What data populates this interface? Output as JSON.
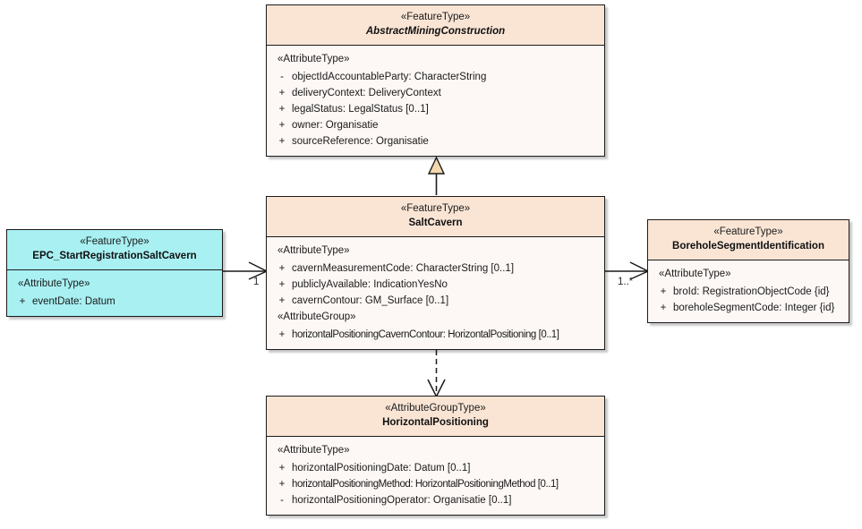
{
  "diagram": {
    "type": "uml-class-diagram",
    "background": "#ffffff",
    "colors": {
      "class_header_fill": "#fae5d5",
      "class_body_fill": "#fdf8f5",
      "highlight_fill": "#a8f0f2",
      "border": "#1a1a1a",
      "generalization_arrow_fill": "#f5d7ad"
    }
  },
  "classes": {
    "abstract_mining_construction": {
      "stereotype": "«FeatureType»",
      "name": "AbstractMiningConstruction",
      "abstract": true,
      "groups": [
        {
          "stereotype": "«AttributeType»",
          "attributes": [
            {
              "visibility": "-",
              "signature": "objectIdAccountableParty: CharacterString"
            },
            {
              "visibility": "+",
              "signature": "deliveryContext: DeliveryContext"
            },
            {
              "visibility": "+",
              "signature": "legalStatus: LegalStatus [0..1]"
            },
            {
              "visibility": "+",
              "signature": "owner: Organisatie"
            },
            {
              "visibility": "+",
              "signature": "sourceReference: Organisatie"
            }
          ]
        }
      ]
    },
    "salt_cavern": {
      "stereotype": "«FeatureType»",
      "name": "SaltCavern",
      "abstract": false,
      "groups": [
        {
          "stereotype": "«AttributeType»",
          "attributes": [
            {
              "visibility": "+",
              "signature": "cavernMeasurementCode: CharacterString [0..1]"
            },
            {
              "visibility": "+",
              "signature": "publiclyAvailable: IndicationYesNo"
            },
            {
              "visibility": "+",
              "signature": "cavernContour: GM_Surface [0..1]"
            }
          ]
        },
        {
          "stereotype": "«AttributeGroup»",
          "attributes": [
            {
              "visibility": "+",
              "signature": "horizontalPositioningCavernContour: HorizontalPositioning [0..1]"
            }
          ]
        }
      ]
    },
    "epc_start_registration_salt_cavern": {
      "stereotype": "«FeatureType»",
      "name": "EPC_StartRegistrationSaltCavern",
      "abstract": false,
      "highlighted": true,
      "groups": [
        {
          "stereotype": "«AttributeType»",
          "attributes": [
            {
              "visibility": "+",
              "signature": "eventDate: Datum"
            }
          ]
        }
      ]
    },
    "borehole_segment_identification": {
      "stereotype": "«FeatureType»",
      "name": "BoreholeSegmentIdentification",
      "abstract": false,
      "groups": [
        {
          "stereotype": "«AttributeType»",
          "attributes": [
            {
              "visibility": "+",
              "signature": "broId: RegistrationObjectCode {id}"
            },
            {
              "visibility": "+",
              "signature": "boreholeSegmentCode: Integer {id}"
            }
          ]
        }
      ]
    },
    "horizontal_positioning": {
      "stereotype": "«AttributeGroupType»",
      "name": "HorizontalPositioning",
      "abstract": false,
      "groups": [
        {
          "stereotype": "«AttributeType»",
          "attributes": [
            {
              "visibility": "+",
              "signature": "horizontalPositioningDate: Datum [0..1]"
            },
            {
              "visibility": "+",
              "signature": "horizontalPositioningMethod: HorizontalPositioningMethod [0..1]"
            },
            {
              "visibility": "-",
              "signature": "horizontalPositioningOperator: Organisatie [0..1]"
            }
          ]
        }
      ]
    }
  },
  "connectors": {
    "generalization_saltcavern_to_abstract": {
      "kind": "generalization",
      "source": "SaltCavern",
      "target": "AbstractMiningConstruction"
    },
    "association_epc_to_saltcavern": {
      "kind": "association",
      "source": "EPC_StartRegistrationSaltCavern",
      "target": "SaltCavern",
      "source_multiplicity": "1"
    },
    "association_saltcavern_to_borehole": {
      "kind": "association",
      "source": "SaltCavern",
      "target": "BoreholeSegmentIdentification",
      "source_multiplicity": "1..*"
    },
    "dependency_saltcavern_to_horizontalpositioning": {
      "kind": "dependency",
      "source": "SaltCavern",
      "target": "HorizontalPositioning"
    }
  }
}
